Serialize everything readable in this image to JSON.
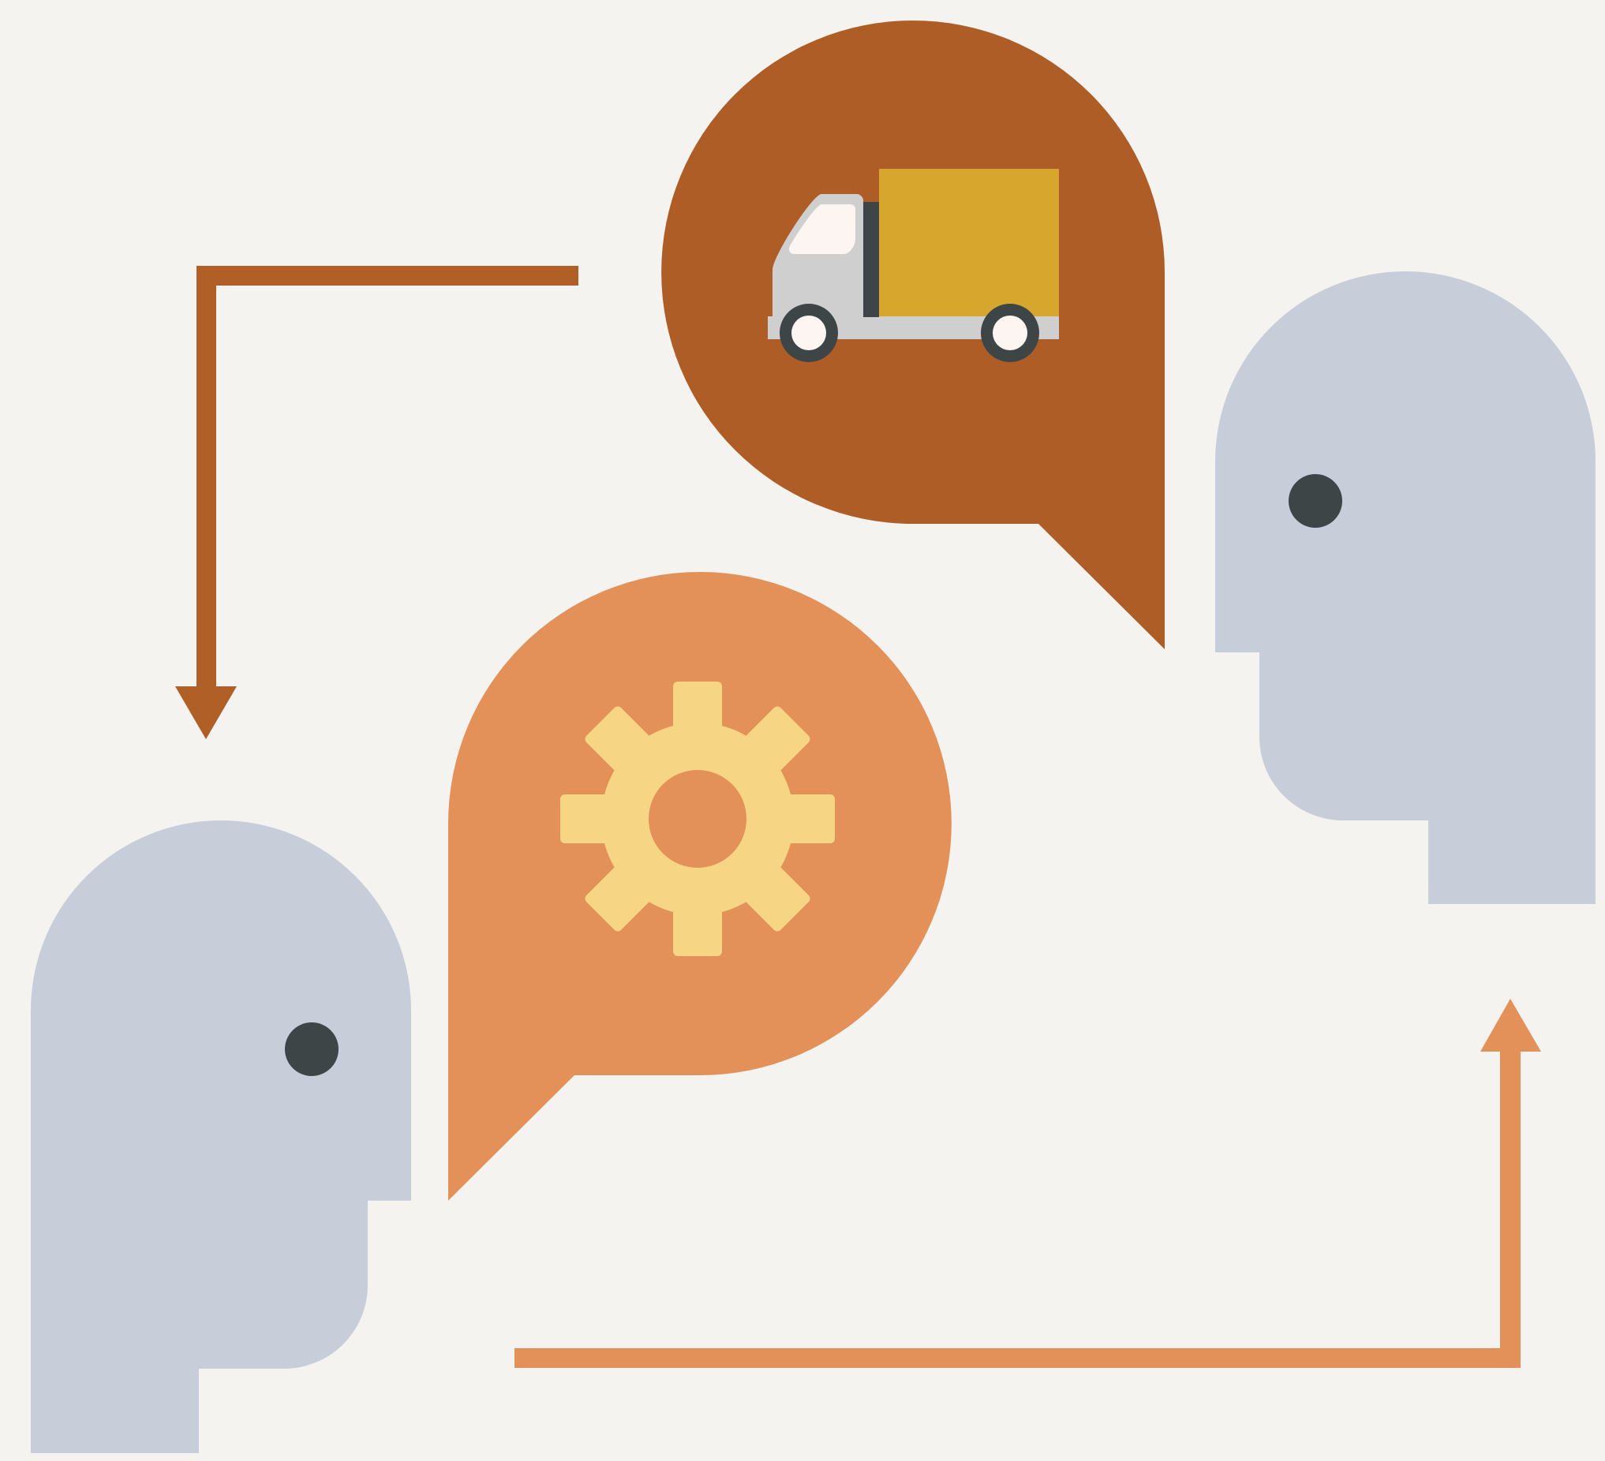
{
  "diagram": {
    "type": "communication-flow",
    "nodes": [
      {
        "id": "person-left",
        "kind": "head-profile",
        "facing": "right",
        "icon": "person-head-icon"
      },
      {
        "id": "person-right",
        "kind": "head-profile",
        "facing": "left",
        "icon": "person-head-icon"
      },
      {
        "id": "bubble-gear",
        "kind": "speech-bubble",
        "tail": "bottom-left",
        "icon": "gear-icon"
      },
      {
        "id": "bubble-truck",
        "kind": "speech-bubble",
        "tail": "bottom-right",
        "icon": "truck-icon"
      }
    ],
    "edges": [
      {
        "from": "bubble-truck",
        "to": "person-left",
        "icon": "arrow-down-icon"
      },
      {
        "from": "person-left",
        "to": "person-right",
        "icon": "arrow-up-icon"
      }
    ]
  },
  "colors": {
    "background": "#f4f3ef",
    "head": "#c7cdd9",
    "eye": "#3d4547",
    "bubble_dark": "#af5d26",
    "bubble_light": "#e39159",
    "gear": "#f6d585",
    "truck_cargo": "#d6a72c",
    "truck_cab": "#cfcfcf",
    "truck_window": "#fdf5f1",
    "truck_dark": "#3d4547",
    "arrow_dark": "#b05f27",
    "arrow_light": "#e39159"
  }
}
